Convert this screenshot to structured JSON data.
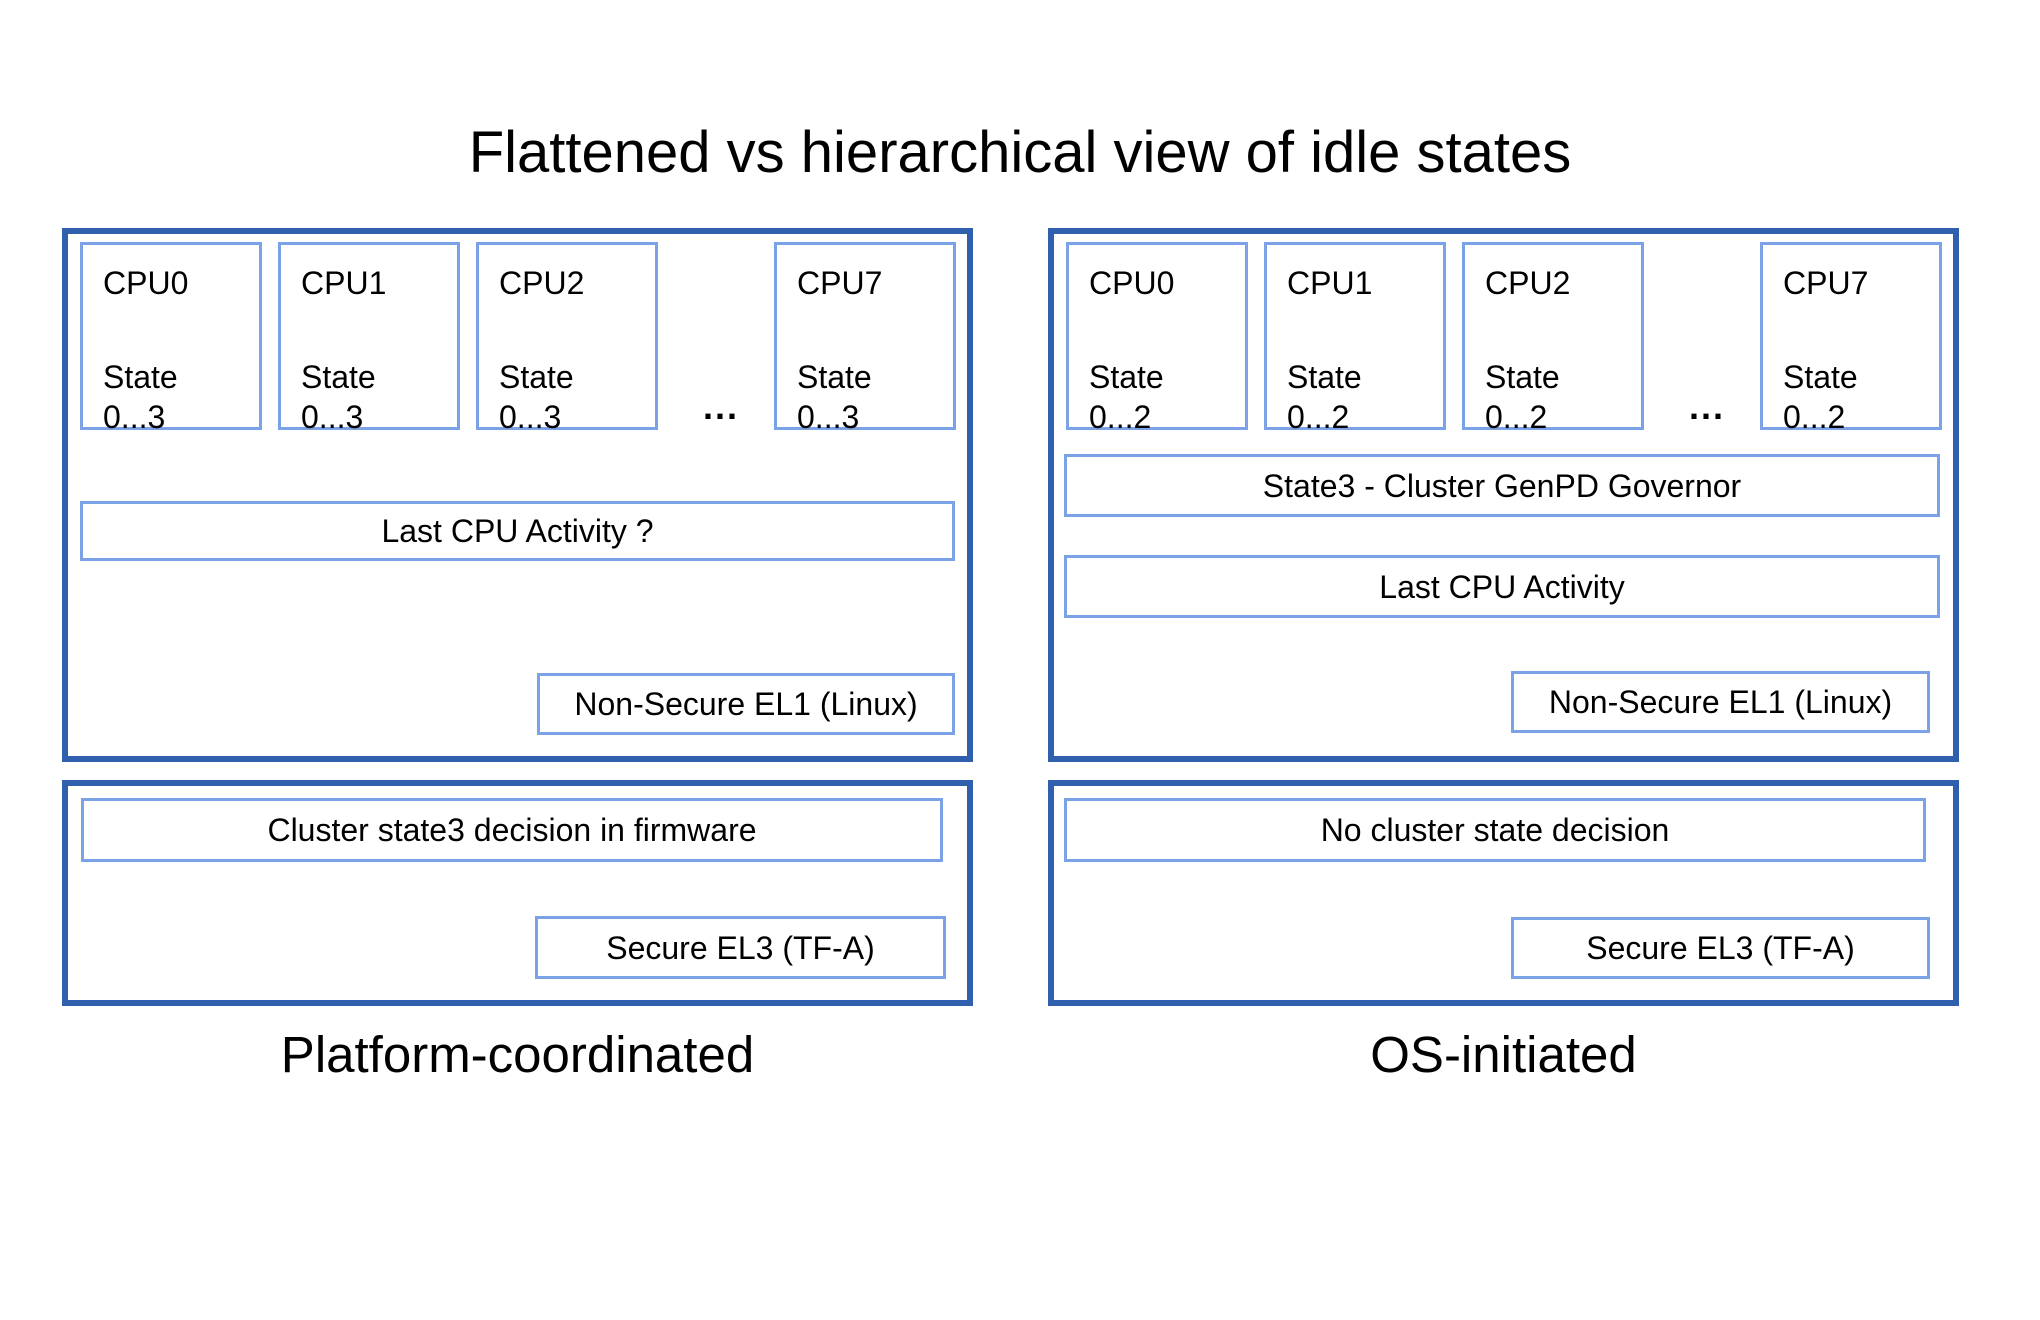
{
  "title": "Flattened vs hierarchical view of idle states",
  "colors": {
    "panel_border": "#2f5fad",
    "box_border": "#7ba2e6",
    "text": "#000000",
    "canvas_bg": "#ffffff"
  },
  "left": {
    "caption": "Platform-coordinated",
    "ellipsis": "...",
    "cpu_boxes": [
      {
        "label": "CPU0",
        "state_word": "State",
        "state_range": "0...3"
      },
      {
        "label": "CPU1",
        "state_word": "State",
        "state_range": "0...3"
      },
      {
        "label": "CPU2",
        "state_word": "State",
        "state_range": "0...3"
      },
      {
        "label": "CPU7",
        "state_word": "State",
        "state_range": "0...3"
      }
    ],
    "activity_box": "Last CPU Activity ?",
    "el1_box": "Non-Secure EL1 (Linux)",
    "firmware_box": "Cluster state3 decision in firmware",
    "el3_box": "Secure EL3 (TF-A)"
  },
  "right": {
    "caption": "OS-initiated",
    "ellipsis": "...",
    "cpu_boxes": [
      {
        "label": "CPU0",
        "state_word": "State",
        "state_range": "0...2"
      },
      {
        "label": "CPU1",
        "state_word": "State",
        "state_range": "0...2"
      },
      {
        "label": "CPU2",
        "state_word": "State",
        "state_range": "0...2"
      },
      {
        "label": "CPU7",
        "state_word": "State",
        "state_range": "0...2"
      }
    ],
    "governor_box": "State3 - Cluster GenPD Governor",
    "activity_box": "Last CPU Activity",
    "el1_box": "Non-Secure EL1 (Linux)",
    "decision_box": "No cluster state decision",
    "el3_box": "Secure EL3 (TF-A)"
  }
}
